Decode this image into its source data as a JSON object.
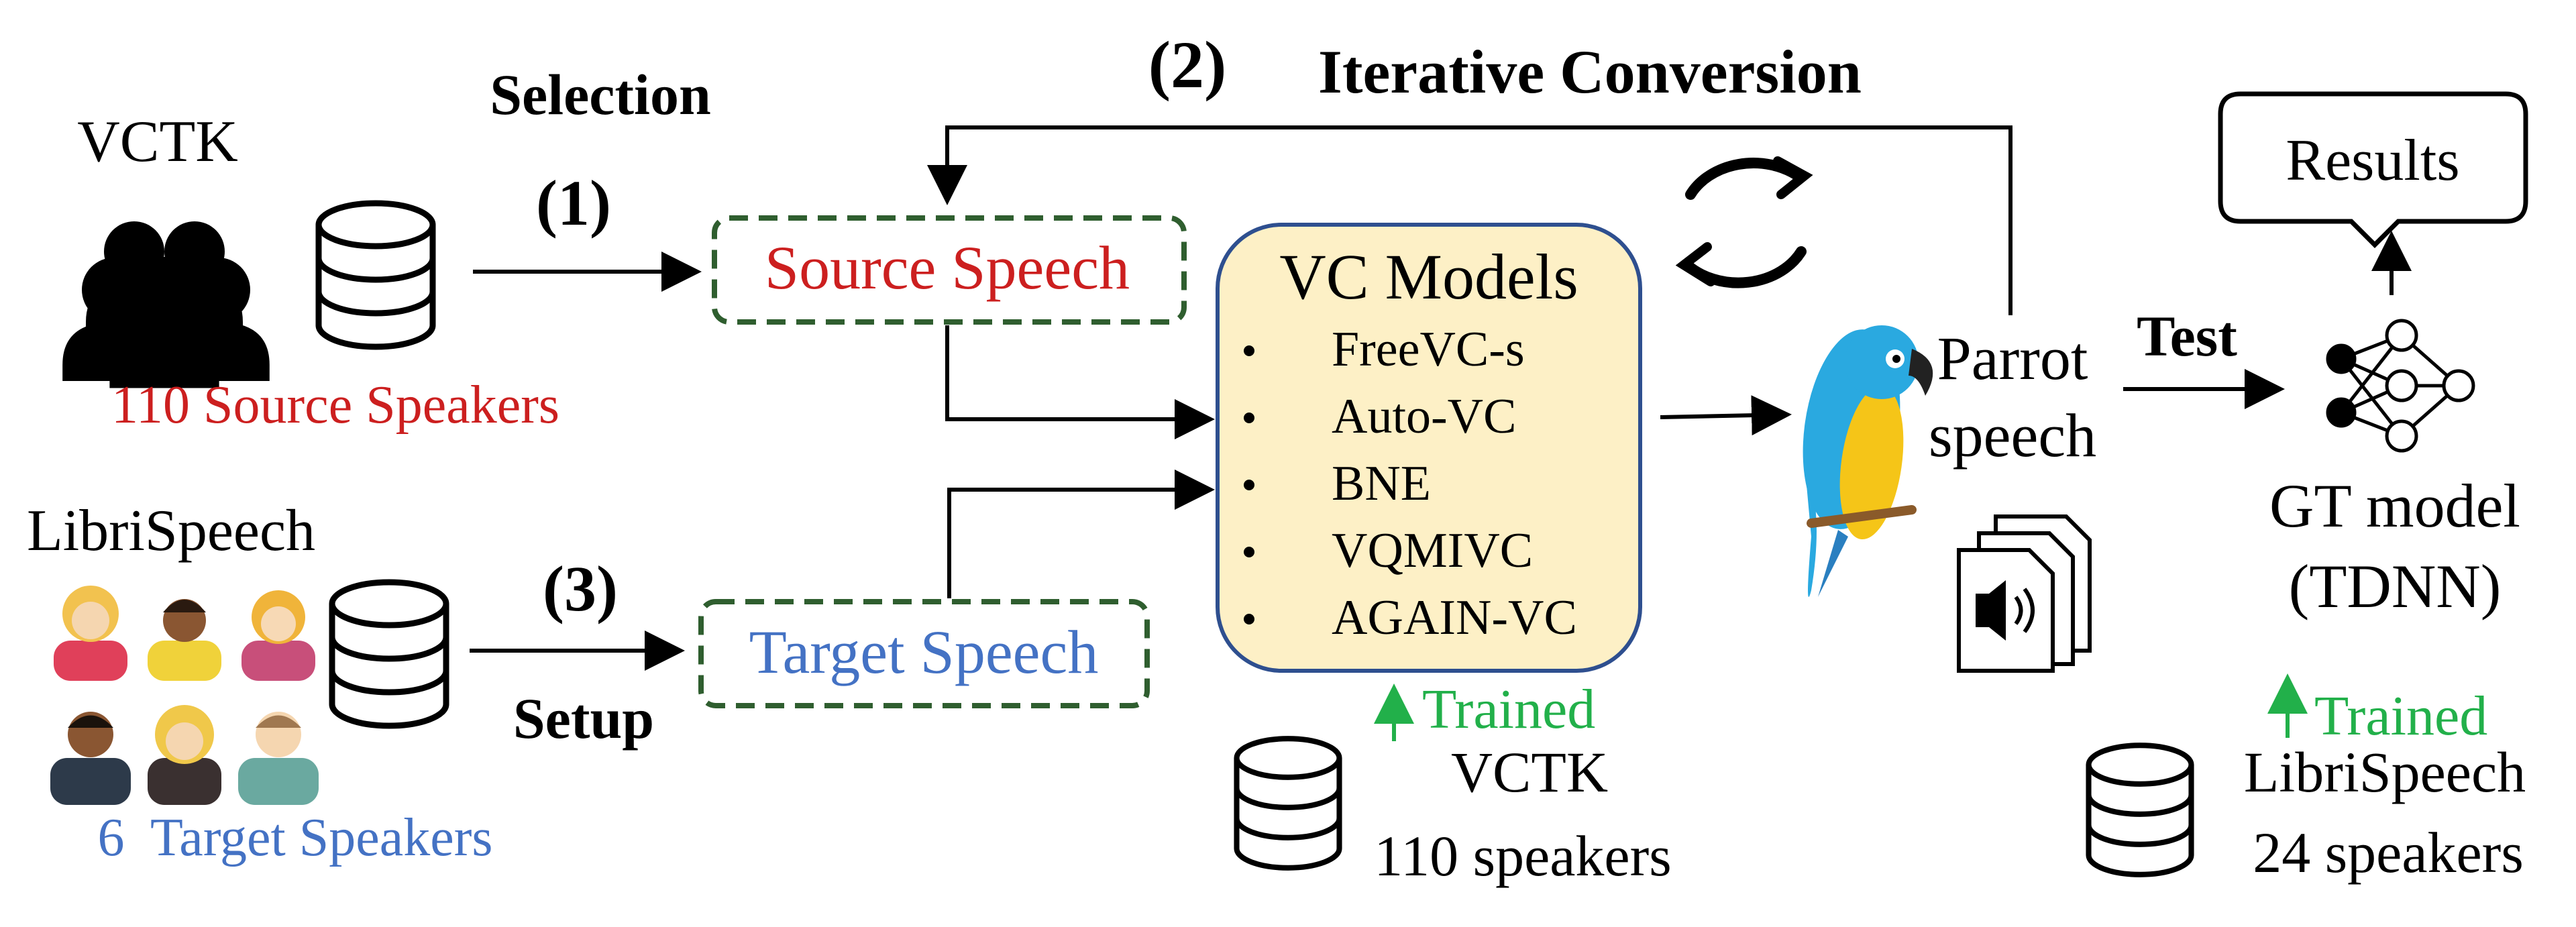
{
  "steps": {
    "selection_label": "Selection",
    "step1_label": "(1)",
    "step2_number": "(2)",
    "step2_label": "Iterative Conversion",
    "step3_label": "(3)",
    "setup_label": "Setup",
    "test_label": "Test"
  },
  "source": {
    "dataset_name": "VCTK",
    "speakers_label": "110 Source Speakers",
    "box_label": "Source Speech"
  },
  "target": {
    "dataset_name": "LibriSpeech",
    "speakers_label": "6  Target Speakers",
    "box_label": "Target Speech"
  },
  "vc_models": {
    "title": "VC Models",
    "items": [
      "FreeVC-s",
      "Auto-VC",
      "BNE",
      "VQMIVC",
      "AGAIN-VC"
    ],
    "trained_label": "Trained",
    "train_dataset": "VCTK",
    "train_speakers": "110 speakers"
  },
  "parrot": {
    "line1": "Parrot",
    "line2": "speech"
  },
  "gt_model": {
    "line1": "GT model",
    "line2": "(TDNN)",
    "trained_label": "Trained",
    "train_dataset": "LibriSpeech",
    "train_speakers": "24 speakers"
  },
  "results": {
    "label": "Results"
  },
  "colors": {
    "source_red": "#cc1f1f",
    "target_blue": "#4472c4",
    "trained_green": "#22b04a",
    "box_dash_green": "#2f5e2f",
    "vc_fill": "#fdf0c6",
    "vc_border": "#2e4f8f",
    "parrot_blue": "#2aa9e0",
    "parrot_yellow": "#f5c518"
  }
}
